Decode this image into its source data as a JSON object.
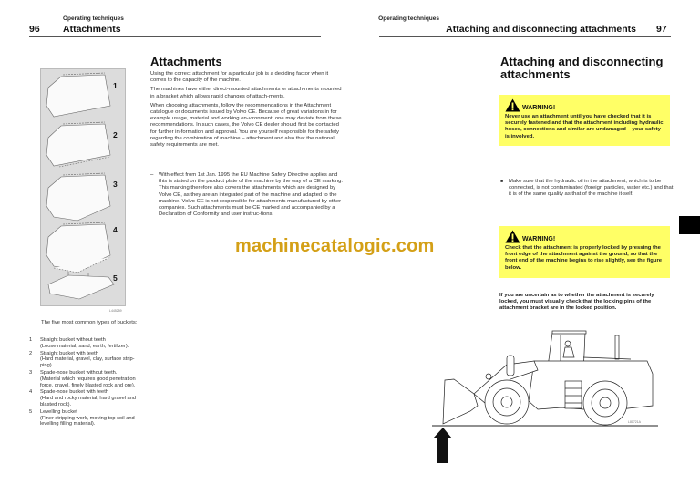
{
  "left_page": {
    "header": {
      "section": "Operating techniques",
      "title": "Attachments",
      "page_number": "96"
    },
    "heading": "Attachments",
    "paragraphs": [
      "Using the correct attachment for a particular job is a deciding factor when it comes to the capacity of the machine.",
      "The machines have either direct-mounted attachments or attach-ments mounted in a bracket which allows rapid changes of attach-ments.",
      "When choosing attachments, follow the recommendations in the Attachment catalogue or documents issued by Volvo CE. Because of great variations in for example usage, material and working en-vironment, one may deviate from these recommendations. In such cases, the Volvo CE dealer should first be contacted for further in-formation and approval. You are yourself responsible for the safety regarding the combination of machine – attachment and also that the national safety requirements are met."
    ],
    "dash_item": {
      "marker": "–",
      "text": "With effect from 1st Jan. 1995 the EU Machine Safety Directive applies and this is stated on the product plate of the machine by the way of a CE marking. This marking therefore also covers the attachments which are designed by Volvo CE, as they are an integrated part of the machine and adapted to the machine. Volvo CE is not responsible for attachments manufactured by other companies. Such attachments must be CE marked and accompanied by a Declaration of Conformity and user instruc-tions."
    },
    "figure": {
      "code": "L445259",
      "bucket_labels": [
        "1",
        "2",
        "3",
        "4",
        "5"
      ],
      "caption": "The five most common types of buckets:"
    },
    "bucket_list": [
      {
        "num": "1",
        "title": "Straight bucket without teeth",
        "detail": "(Loose material, sand, earth, fertilizer)."
      },
      {
        "num": "2",
        "title": "Straight bucket with teeth",
        "detail": "(Hard material, gravel, clay, surface strip-ping)"
      },
      {
        "num": "3",
        "title": "Spade-nose bucket without teeth.",
        "detail": "(Material which requires good penetration force, gravel, finely blasted rock and ore)."
      },
      {
        "num": "4",
        "title": "Spade-nose bucket with teeth",
        "detail": "(Hard and rocky material, hard gravel and blasted rock)."
      },
      {
        "num": "5",
        "title": "Levelling bucket",
        "detail": "(Finer stripping work, moving top soil and levelling filling material)."
      }
    ]
  },
  "right_page": {
    "header": {
      "section": "Operating techniques",
      "title": "Attaching and disconnecting attachments",
      "page_number": "97"
    },
    "heading": "Attaching and disconnecting attachments",
    "warning_1": {
      "title": "WARNING!",
      "text": "Never use an attachment until you have checked that it is securely fastened and that the attachment including hydraulic hoses, connections and similar are undamaged – your safety is involved."
    },
    "bullet": {
      "marker": "■",
      "text": "Make sure that the hydraulic oil in the attachment, which is to be connected, is not contaminated (foreign particles, water etc.) and that it is of the same quality as that of the machine it-self."
    },
    "warning_2": {
      "title": "WARNING!",
      "text": "Check that the attachment is properly locked by pressing the front edge of the attachment against the ground, so that the front end of the machine begins to rise slightly, see the figure below."
    },
    "bold_note": "If you are uncertain as to whether the attachment is securely locked, you must visually check that the locking pins of the attachment bracket are in the locked position.",
    "figure": {
      "code": "L81721A"
    }
  },
  "watermark": "machinecatalogic.com",
  "colors": {
    "warning_bg": "#ffff66",
    "watermark": "#d4a017",
    "figure_bg": "#dcdcdc"
  }
}
